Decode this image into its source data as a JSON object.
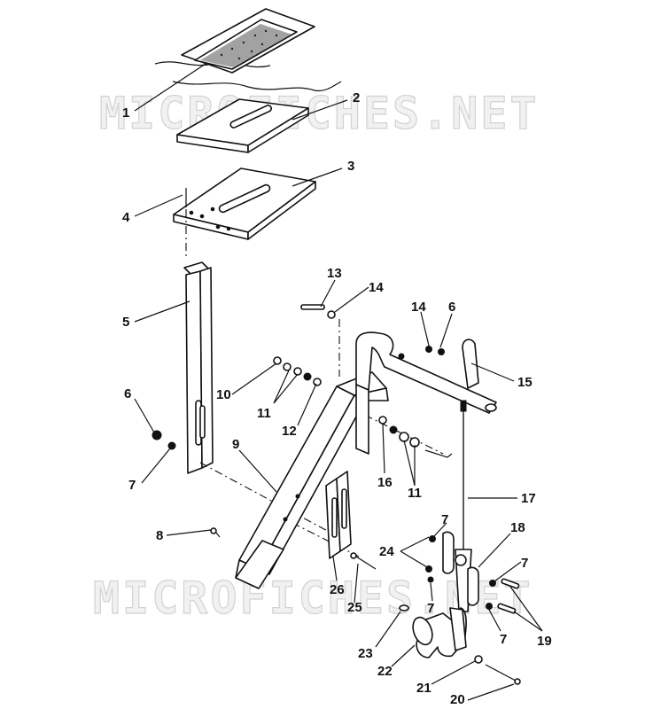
{
  "watermark": {
    "text": "MICROFICHES.NET"
  },
  "callouts": [
    {
      "label": "1"
    },
    {
      "label": "2"
    },
    {
      "label": "3"
    },
    {
      "label": "4"
    },
    {
      "label": "5"
    },
    {
      "label": "6"
    },
    {
      "label": "7"
    },
    {
      "label": "8"
    },
    {
      "label": "9"
    },
    {
      "label": "10"
    },
    {
      "label": "11"
    },
    {
      "label": "12"
    },
    {
      "label": "13"
    },
    {
      "label": "14"
    },
    {
      "label": "14"
    },
    {
      "label": "6"
    },
    {
      "label": "15"
    },
    {
      "label": "16"
    },
    {
      "label": "11"
    },
    {
      "label": "17"
    },
    {
      "label": "7"
    },
    {
      "label": "18"
    },
    {
      "label": "24"
    },
    {
      "label": "7"
    },
    {
      "label": "26"
    },
    {
      "label": "25"
    },
    {
      "label": "7"
    },
    {
      "label": "7"
    },
    {
      "label": "19"
    },
    {
      "label": "23"
    },
    {
      "label": "22"
    },
    {
      "label": "21"
    },
    {
      "label": "20"
    }
  ]
}
